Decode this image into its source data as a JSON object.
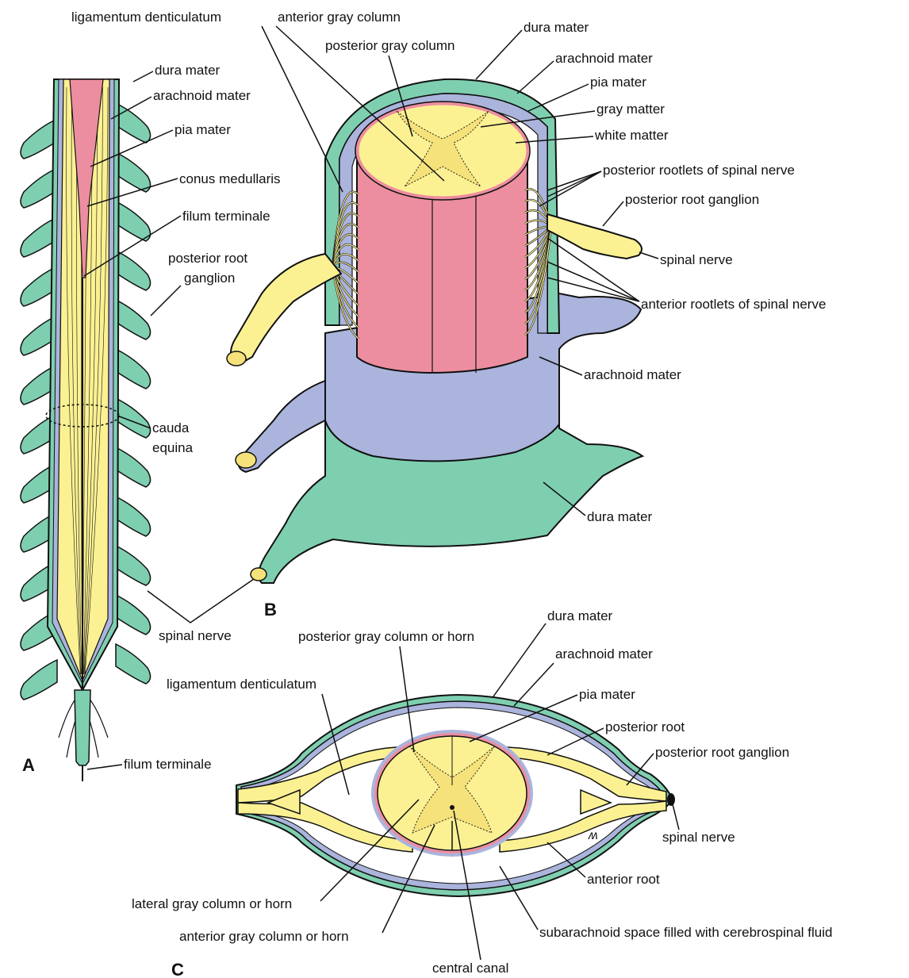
{
  "colors": {
    "dura": "#7ecfb0",
    "arachnoid": "#aab4dc",
    "pia_cord": "#ec8ea0",
    "gray_matter": "#fbf193",
    "outline": "#111111"
  },
  "panels": {
    "a": "A",
    "b": "B",
    "c": "C"
  },
  "panel_a": {
    "dura_mater": "dura mater",
    "arachnoid_mater": "arachnoid mater",
    "pia_mater": "pia mater",
    "conus_medullaris": "conus medullaris",
    "filum_terminale_upper": "filum terminale",
    "posterior_root_ganglion_1": "posterior root",
    "posterior_root_ganglion_2": "ganglion",
    "cauda_equina_1": "cauda",
    "cauda_equina_2": "equina",
    "spinal_nerve": "spinal nerve",
    "filum_terminale_lower": "filum terminale"
  },
  "panel_b": {
    "ligamentum_denticulatum": "ligamentum denticulatum",
    "anterior_gray_column": "anterior gray column",
    "posterior_gray_column": "posterior gray column",
    "dura_mater_top": "dura mater",
    "arachnoid_mater_top": "arachnoid mater",
    "pia_mater": "pia mater",
    "gray_matter": "gray matter",
    "white_matter": "white matter",
    "posterior_rootlets": "posterior rootlets of spinal nerve",
    "posterior_root_ganglion": "posterior root ganglion",
    "spinal_nerve": "spinal nerve",
    "anterior_rootlets": "anterior rootlets of spinal nerve",
    "arachnoid_mater_bottom": "arachnoid mater",
    "dura_mater_bottom": "dura mater"
  },
  "panel_c": {
    "dura_mater": "dura mater",
    "posterior_gray_column": "posterior gray column or horn",
    "arachnoid_mater": "arachnoid mater",
    "ligamentum_denticulatum": "ligamentum denticulatum",
    "pia_mater": "pia mater",
    "posterior_root": "posterior root",
    "posterior_root_ganglion": "posterior root ganglion",
    "spinal_nerve": "spinal nerve",
    "anterior_root": "anterior root",
    "lateral_gray_column": "lateral gray column or horn",
    "anterior_gray_column": "anterior gray column or horn",
    "subarachnoid_space": "subarachnoid space filled with cerebrospinal fluid",
    "central_canal": "central canal"
  }
}
